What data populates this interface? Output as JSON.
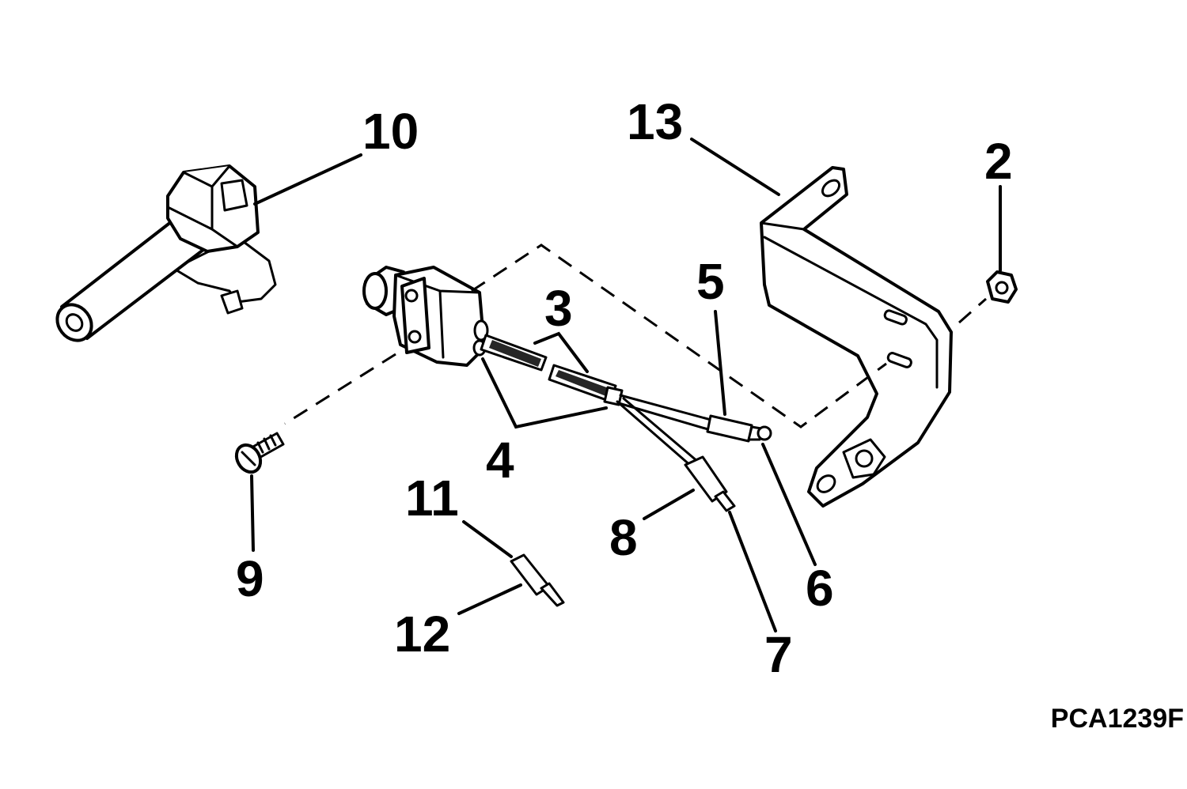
{
  "callouts": {
    "c2": "2",
    "c3": "3",
    "c4": "4",
    "c5": "5",
    "c6": "6",
    "c7": "7",
    "c8": "8",
    "c9": "9",
    "c10": "10",
    "c11": "11",
    "c12": "12",
    "c13": "13"
  },
  "figure_code": "PCA1239F"
}
